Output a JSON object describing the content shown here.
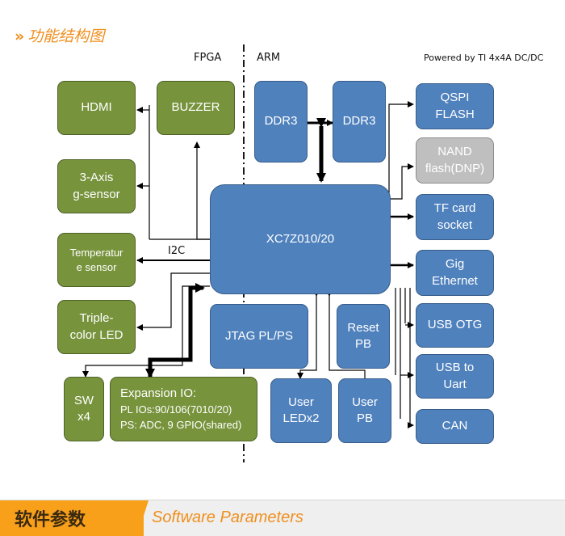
{
  "heading": {
    "icon": "double-chevron-right-icon",
    "title": "功能结构图"
  },
  "labels": {
    "fpga": "FPGA",
    "arm": "ARM",
    "powered": "Powered by TI 4x4A DC/DC",
    "i2c": "I2C"
  },
  "blocks": {
    "hdmi": "HDMI",
    "buzzer": "BUZZER",
    "g_sensor": "3-Axis\ng-sensor",
    "temp_sensor": "Temperatur\ne sensor",
    "triple_led": "Triple-\ncolor LED",
    "sw": "SW\nx4",
    "expansion_title": "Expansion IO:",
    "expansion_line1": "PL IOs:90/106(7010/20)",
    "expansion_line2": "PS: ADC, 9 GPIO(shared)",
    "ddr3_a": "DDR3",
    "ddr3_b": "DDR3",
    "soc": "XC7Z010/20",
    "jtag": "JTAG PL/PS",
    "reset_pb": "Reset\nPB",
    "user_led": "User\nLEDx2",
    "user_pb": "User\nPB",
    "qspi": "QSPI\nFLASH",
    "nand": "NAND\nflash(DNP)",
    "tf_card": "TF card\nsocket",
    "gig_eth": "Gig\nEthernet",
    "usb_otg": "USB OTG",
    "usb_uart": "USB  to\nUart",
    "can": "CAN"
  },
  "colors": {
    "fpga_block": "#77933c",
    "arm_block": "#4f81bd",
    "dnp_block": "#bfbfbf",
    "accent": "#f9a01b"
  },
  "footer": {
    "title_cn": "软件参数",
    "title_en": "Software Parameters"
  }
}
